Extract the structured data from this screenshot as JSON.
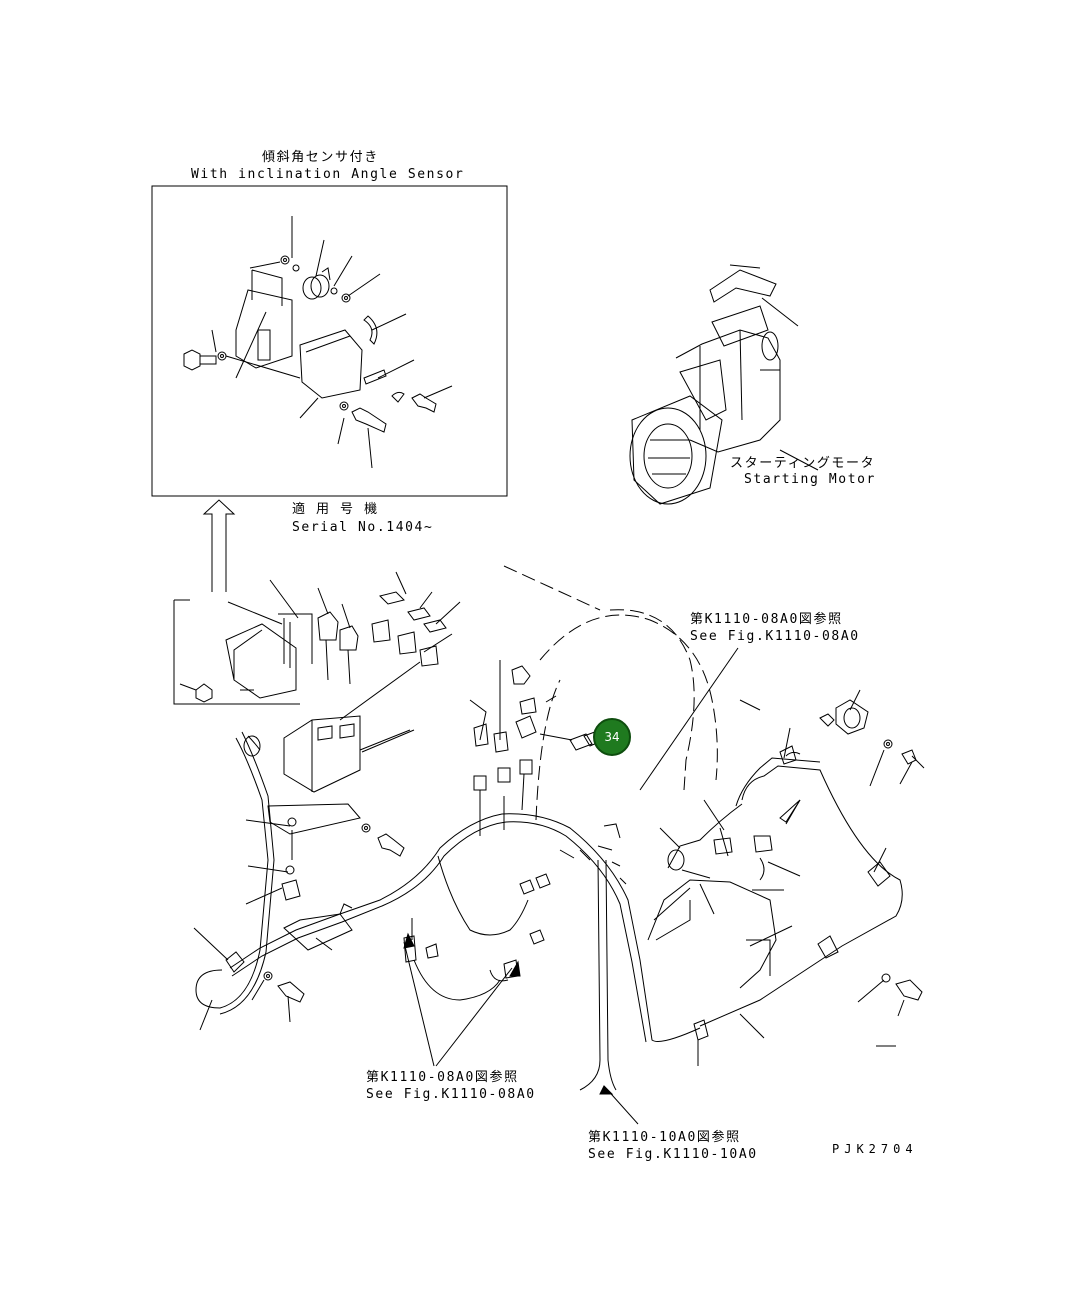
{
  "inset": {
    "title_jp": "傾斜角センサ付き",
    "title_en": "With inclination Angle Sensor"
  },
  "serial": {
    "label_jp": "適 用 号 機",
    "label_en": "Serial No.1404~"
  },
  "starting_motor": {
    "label_jp": "スターティングモータ",
    "label_en": "Starting Motor"
  },
  "refs": {
    "top_jp": "第K1110-08A0図参照",
    "top_en": "See Fig.K1110-08A0",
    "bottom_left_jp": "第K1110-08A0図参照",
    "bottom_left_en": "See Fig.K1110-08A0",
    "bottom_right_jp": "第K1110-10A0図参照",
    "bottom_right_en": "See Fig.K1110-10A0"
  },
  "part_callout": "34",
  "drawing_code": "PJK2704",
  "colors": {
    "line": "#000000",
    "callout_fill": "#1f7a1f",
    "callout_text": "#ffffff"
  }
}
